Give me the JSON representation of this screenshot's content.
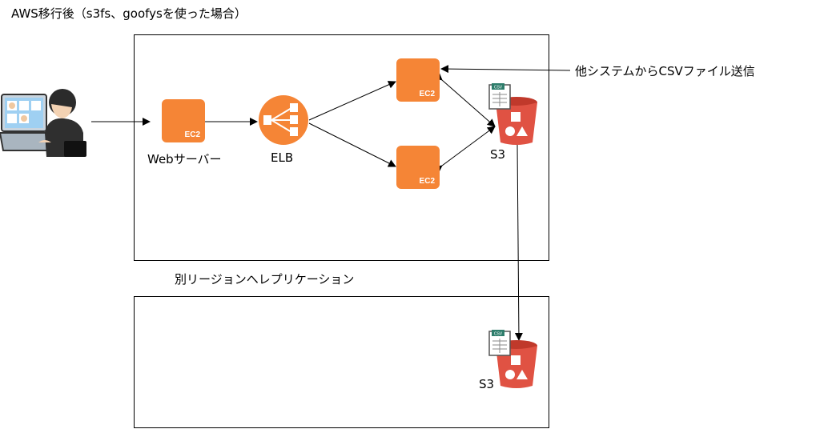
{
  "title": "AWS移行後（s3fs、goofysを使った場合）",
  "nodes": {
    "webserver_label": "Webサーバー",
    "webserver_icon_text": "EC2",
    "elb_label": "ELB",
    "ec2_top_text": "EC2",
    "ec2_bottom_text": "EC2",
    "s3_label": "S3",
    "s3_replica_label": "S3",
    "csv_tag": "CSV"
  },
  "annotations": {
    "external_system": "他システムからCSVファイル送信",
    "replication": "別リージョンへレプリケーション"
  },
  "icons": [
    "user-laptop-icon",
    "ec2-icon",
    "elb-icon",
    "s3-bucket-icon",
    "csv-file-icon"
  ],
  "colors": {
    "ec2": "#f58536",
    "elb": "#f58536",
    "s3": "#e05243",
    "csv_badge": "#2e7d6b"
  }
}
